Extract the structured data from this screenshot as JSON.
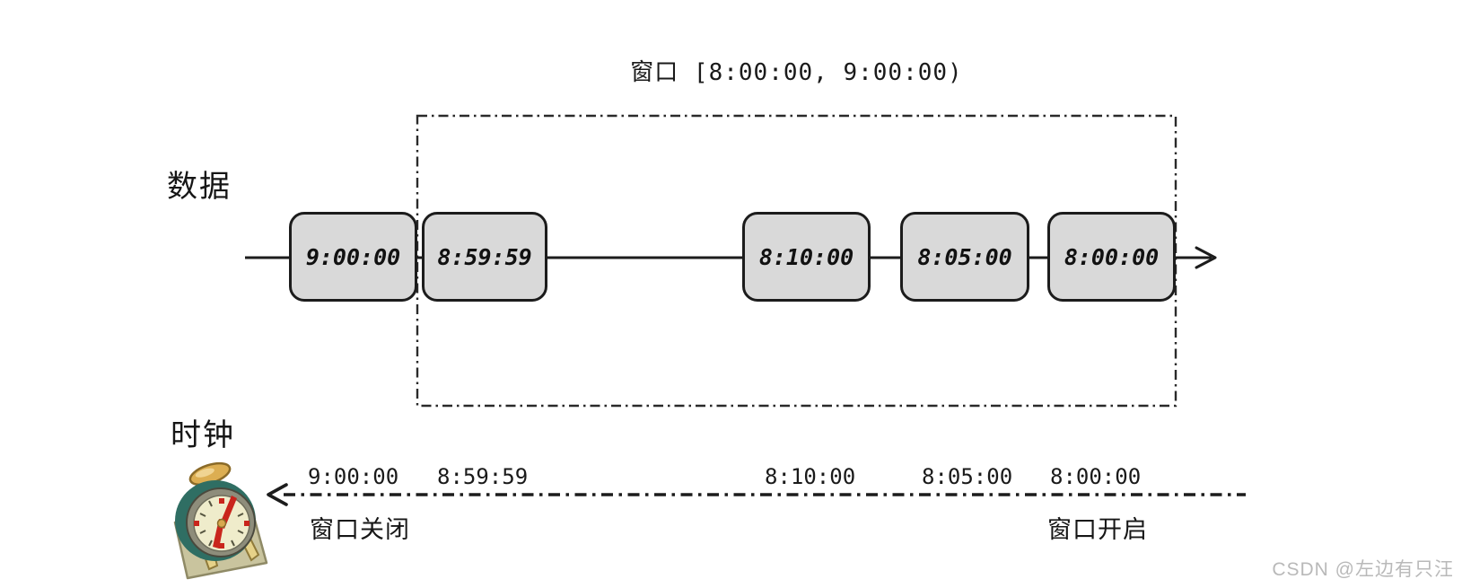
{
  "title": "窗口 [8:00:00, 9:00:00)",
  "labels": {
    "data": "数据",
    "clock": "时钟",
    "window_close": "窗口关闭",
    "window_open": "窗口开启"
  },
  "events": [
    "9:00:00",
    "8:59:59",
    "8:10:00",
    "8:05:00",
    "8:00:00"
  ],
  "clock_ticks": [
    "9:00:00",
    "8:59:59",
    "8:10:00",
    "8:05:00",
    "8:00:00"
  ],
  "watermark": "CSDN @左边有只汪",
  "icons": {
    "clock": "alarm-clock-icon"
  },
  "colors": {
    "box_fill": "#d9d9d9",
    "stroke": "#1c1c1c",
    "watermark": "#b9b9b9",
    "clock_teal": "#2f6e63",
    "clock_bezel": "#8e8d7b",
    "clock_face": "#efeccb",
    "clock_hand": "#c9251c",
    "pad": "#c9c49e",
    "bell": "#dcae52"
  }
}
